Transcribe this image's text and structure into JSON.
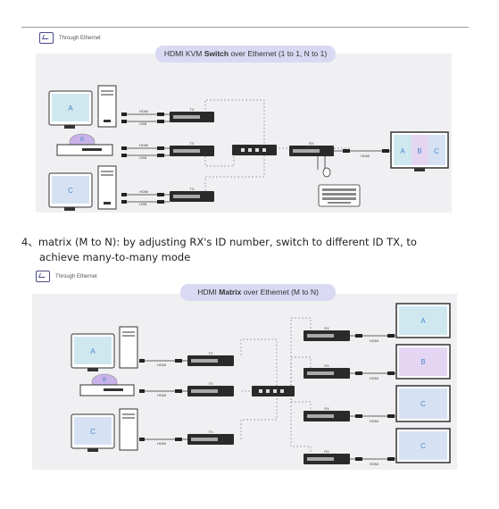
{
  "top_section": {
    "brand_text": "Through Ethernet",
    "diagram_title_prefix": "HDMI KVM ",
    "diagram_title_bold": "Switch",
    "diagram_title_suffix": " over Ethernet (1 to 1, N to 1)",
    "sources": [
      "A",
      "B",
      "C"
    ],
    "display_labels": [
      "A",
      "B",
      "C"
    ],
    "cable_hdmi": "HDMI",
    "cable_usb": "USB",
    "tx_label": "TX",
    "rx_label": "RX"
  },
  "heading": {
    "line1": "4、matrix (M to N): by adjusting RX's ID number, switch to different ID TX, to",
    "line2": "achieve many-to-many mode"
  },
  "bottom_section": {
    "brand_text": "Through Ethernet",
    "diagram_title_prefix": "HDMI ",
    "diagram_title_bold": "Matrix",
    "diagram_title_suffix": " over Ethernet (M to N)",
    "sources": [
      "A",
      "B",
      "C"
    ],
    "display_labels": [
      "A",
      "B",
      "C",
      "C"
    ],
    "cable_hdmi": "HDMI",
    "tx_label": "TX",
    "rx_label": "RX"
  },
  "colors": {
    "screen_a": "#cfe8f0",
    "screen_b": "#e4d6f2",
    "screen_c": "#d6e2f4",
    "device": "#2a2a2a",
    "dashed": "#8a8aa0"
  }
}
